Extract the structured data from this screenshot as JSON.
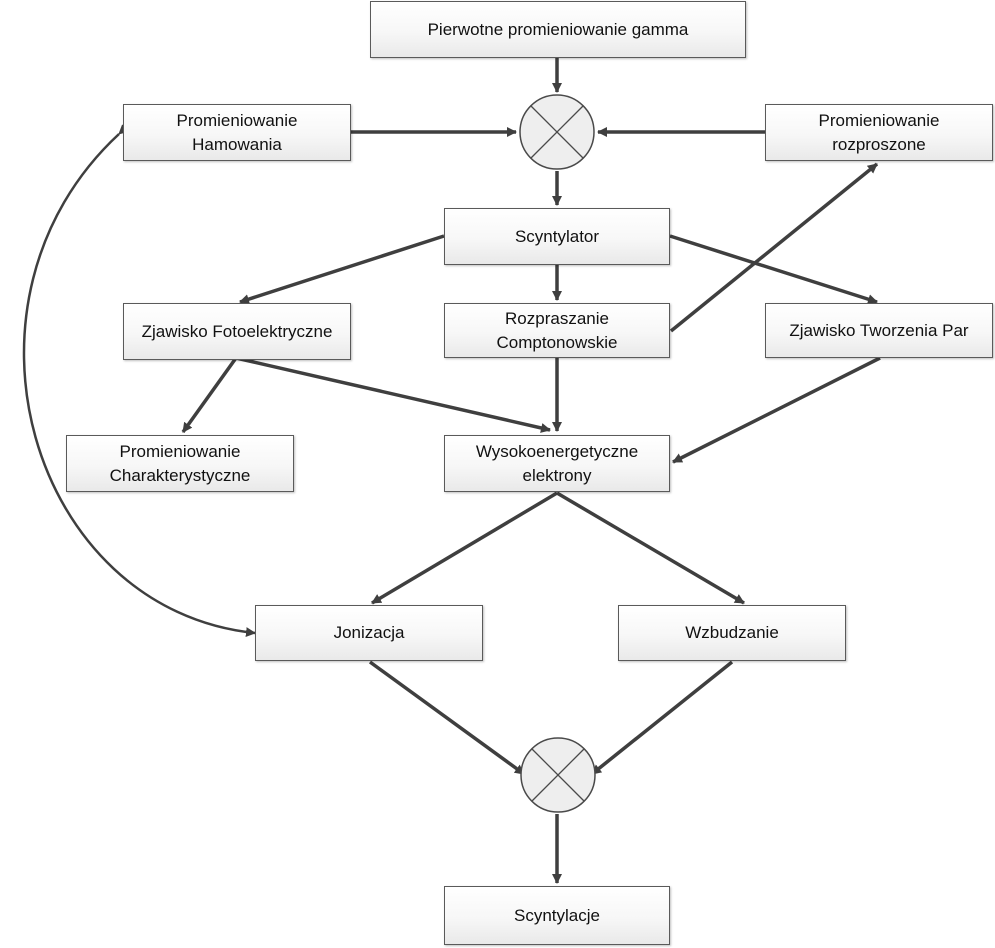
{
  "nodes": {
    "primary": "Pierwotne promieniowanie gamma",
    "bremsstrahlung": "Promieniowanie\nHamowania",
    "scattered": "Promieniowanie\nrozproszone",
    "scintillator": "Scyntylator",
    "photoelectric": "Zjawisko Fotoelektryczne",
    "compton": "Rozpraszanie\nComptonowskie",
    "pair_production": "Zjawisko Tworzenia Par",
    "characteristic": "Promieniowanie\nCharakterystyczne",
    "high_energy_electrons": "Wysokoenergetyczne\nelektrony",
    "ionization": "Jonizacja",
    "excitation": "Wzbudzanie",
    "scintillations": "Scyntylacje"
  },
  "colors": {
    "arrow": "#3f3f3f",
    "node_border": "#5a5a5a",
    "junction_fill": "#eeeeee"
  }
}
